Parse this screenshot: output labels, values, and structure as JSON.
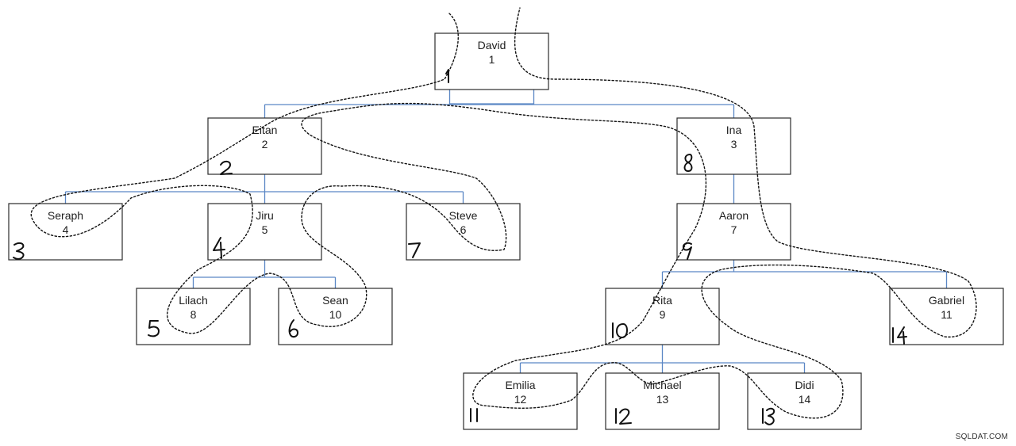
{
  "nodes": [
    {
      "key": "david",
      "name": "David",
      "id": "1",
      "visit": "1"
    },
    {
      "key": "eitan",
      "name": "Eitan",
      "id": "2",
      "visit": "2"
    },
    {
      "key": "ina",
      "name": "Ina",
      "id": "3",
      "visit": "8"
    },
    {
      "key": "seraph",
      "name": "Seraph",
      "id": "4",
      "visit": "3"
    },
    {
      "key": "jiru",
      "name": "Jiru",
      "id": "5",
      "visit": "4"
    },
    {
      "key": "steve",
      "name": "Steve",
      "id": "6",
      "visit": "7"
    },
    {
      "key": "aaron",
      "name": "Aaron",
      "id": "7",
      "visit": "9"
    },
    {
      "key": "lilach",
      "name": "Lilach",
      "id": "8",
      "visit": "5"
    },
    {
      "key": "sean",
      "name": "Sean",
      "id": "10",
      "visit": "6"
    },
    {
      "key": "rita",
      "name": "Rita",
      "id": "9",
      "visit": "10"
    },
    {
      "key": "gabriel",
      "name": "Gabriel",
      "id": "11",
      "visit": "14"
    },
    {
      "key": "emilia",
      "name": "Emilia",
      "id": "12",
      "visit": "11"
    },
    {
      "key": "michael",
      "name": "Michael",
      "id": "13",
      "visit": "12"
    },
    {
      "key": "didi",
      "name": "Didi",
      "id": "14",
      "visit": "13"
    }
  ],
  "edges": [
    [
      "david",
      "eitan"
    ],
    [
      "david",
      "ina"
    ],
    [
      "eitan",
      "seraph"
    ],
    [
      "eitan",
      "jiru"
    ],
    [
      "eitan",
      "steve"
    ],
    [
      "jiru",
      "lilach"
    ],
    [
      "jiru",
      "sean"
    ],
    [
      "ina",
      "aaron"
    ],
    [
      "aaron",
      "rita"
    ],
    [
      "aaron",
      "gabriel"
    ],
    [
      "rita",
      "emilia"
    ],
    [
      "rita",
      "michael"
    ],
    [
      "rita",
      "didi"
    ]
  ],
  "colors": {
    "connector": "#5b87c5",
    "box_border": "#2b2b2b",
    "ink": "#111111"
  },
  "watermark": "SQLDAT.COM"
}
